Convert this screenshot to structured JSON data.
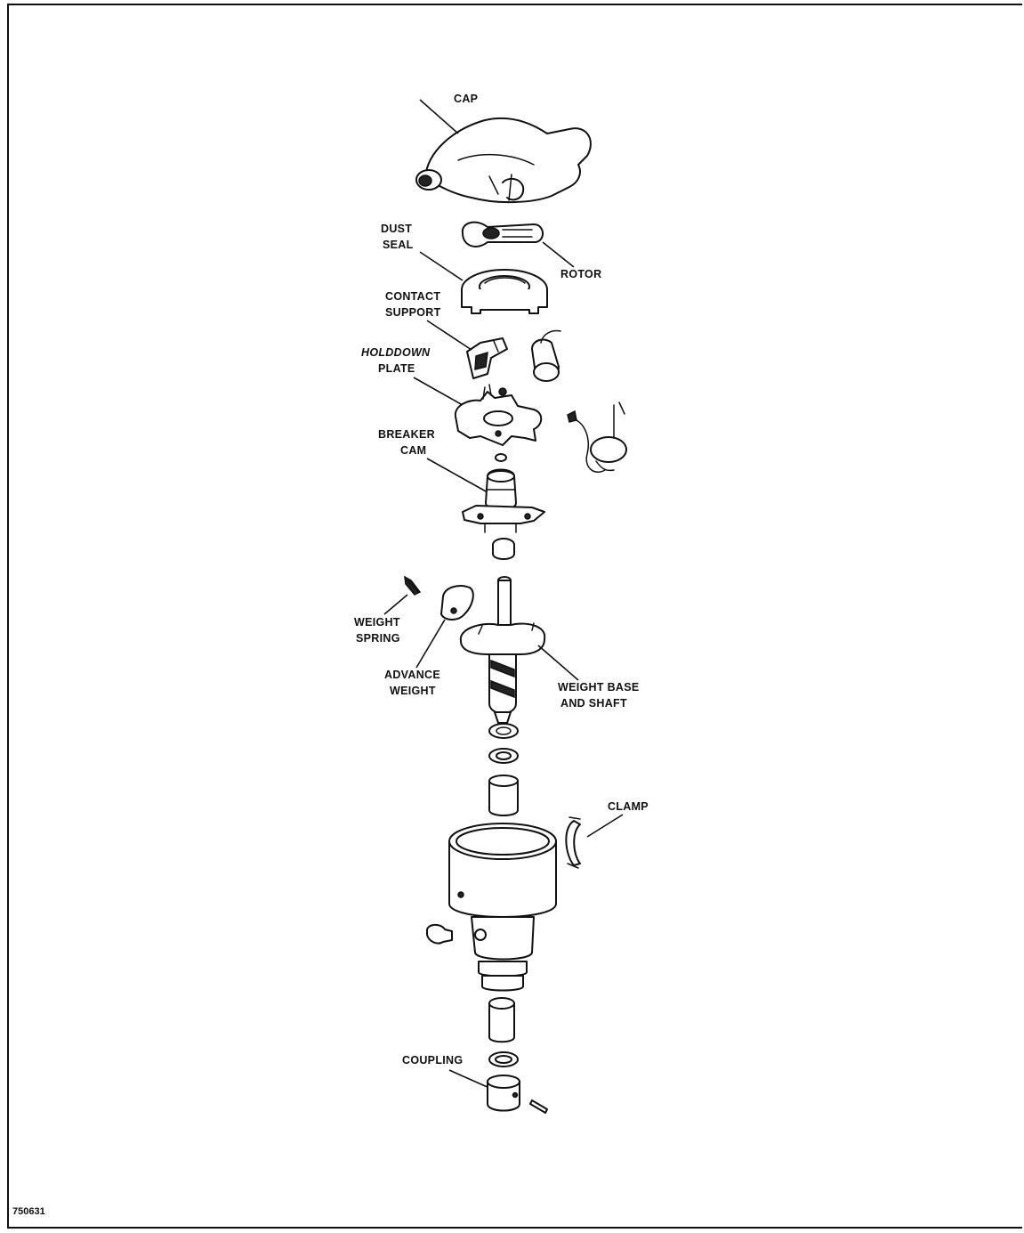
{
  "labels": {
    "cap": "CAP",
    "dust_seal_1": "DUST",
    "dust_seal_2": "SEAL",
    "rotor": "ROTOR",
    "contact_support_1": "CONTACT",
    "contact_support_2": "SUPPORT",
    "holddown_plate_1": "HOLDDOWN",
    "holddown_plate_2": "PLATE",
    "breaker_cam_1": "BREAKER",
    "breaker_cam_2": "CAM",
    "weight_spring_1": "WEIGHT",
    "weight_spring_2": "SPRING",
    "advance_weight_1": "ADVANCE",
    "advance_weight_2": "WEIGHT",
    "weight_base_1": "WEIGHT BASE",
    "weight_base_2": "AND SHAFT",
    "clamp": "CLAMP",
    "coupling": "COUPLING"
  },
  "figure_number": "750631"
}
